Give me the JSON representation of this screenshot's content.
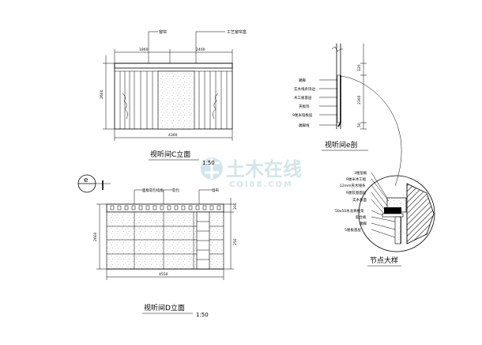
{
  "watermark": {
    "brand_cn": "土木在线",
    "domain": "COI88.COM"
  },
  "elevation_c": {
    "title": "视听间C立面",
    "scale": "1:50",
    "labels": [
      "窗帘",
      "工艺窗帘盒"
    ],
    "dims": {
      "top_left": "1860",
      "top_right": "2400",
      "bottom": "4300",
      "side": "2600"
    }
  },
  "elevation_d": {
    "title": "视听间D立面",
    "scale": "1:50",
    "labels": [
      "面板软包墙板",
      "软包",
      "墙布"
    ],
    "dims": {
      "bottom": "4550",
      "side": "2600",
      "right_1": "200",
      "right_2": "250"
    }
  },
  "section_e": {
    "title": "视听间e剖",
    "marker": "e",
    "labels": [
      "踢脚",
      "实木线条饰边",
      "木工板基层",
      "夹板饰",
      "9厘米墙板层",
      "踢脚线"
    ],
    "dims": [
      "120",
      "2300",
      "50"
    ]
  },
  "node_detail": {
    "title": "节点大样",
    "labels": [
      "3厘层板",
      "9厘米木工板",
      "12mm夹木线条",
      "9厘软基面层",
      "实木基面",
      "50x50木龙骨框架",
      "胶合板",
      "踢脚",
      "5厘板基层"
    ]
  }
}
